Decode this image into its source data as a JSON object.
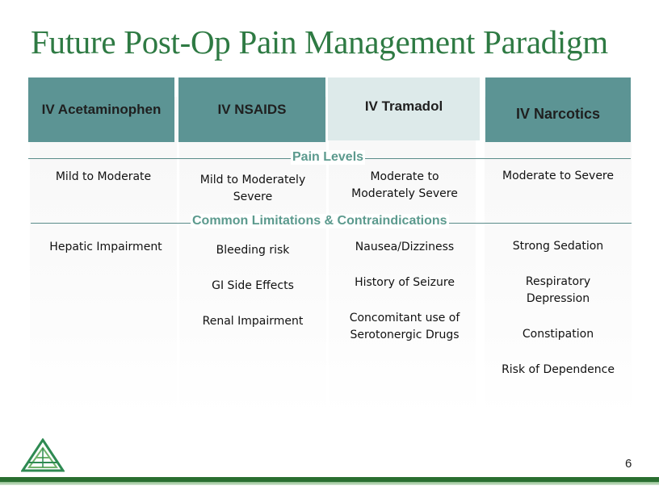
{
  "slide": {
    "title": "Future Post-Op Pain Management Paradigm",
    "page_number": "6"
  },
  "columns": [
    {
      "header": "IV Acetaminophen",
      "pain_level": [
        "Mild to Moderate"
      ],
      "limitations": [
        "Hepatic Impairment"
      ]
    },
    {
      "header": "IV NSAIDS",
      "pain_level": [
        "Mild to Moderately",
        "Severe"
      ],
      "limitations": [
        "Bleeding risk",
        "GI Side Effects",
        "Renal Impairment"
      ]
    },
    {
      "header": "IV Tramadol",
      "pain_level": [
        "Moderate to",
        "Moderately Severe"
      ],
      "limitations": [
        "Nausea/Dizziness",
        "History of Seizure",
        "Concomitant use of",
        "Serotonergic Drugs"
      ]
    },
    {
      "header": "IV Narcotics",
      "pain_level": [
        "Moderate to Severe"
      ],
      "limitations": [
        "Strong Sedation",
        "Respiratory",
        "Depression",
        "Constipation",
        "Risk of Dependence"
      ]
    }
  ],
  "sections": {
    "pain_levels": "Pain Levels",
    "limitations": "Common Limitations & Contraindications"
  },
  "colors": {
    "title": "#2e7a43",
    "header_teal": "#5c9494",
    "header_light": "#ddeaea",
    "section_label": "#5c9a8e",
    "footer_bar": "#2a6e30"
  }
}
